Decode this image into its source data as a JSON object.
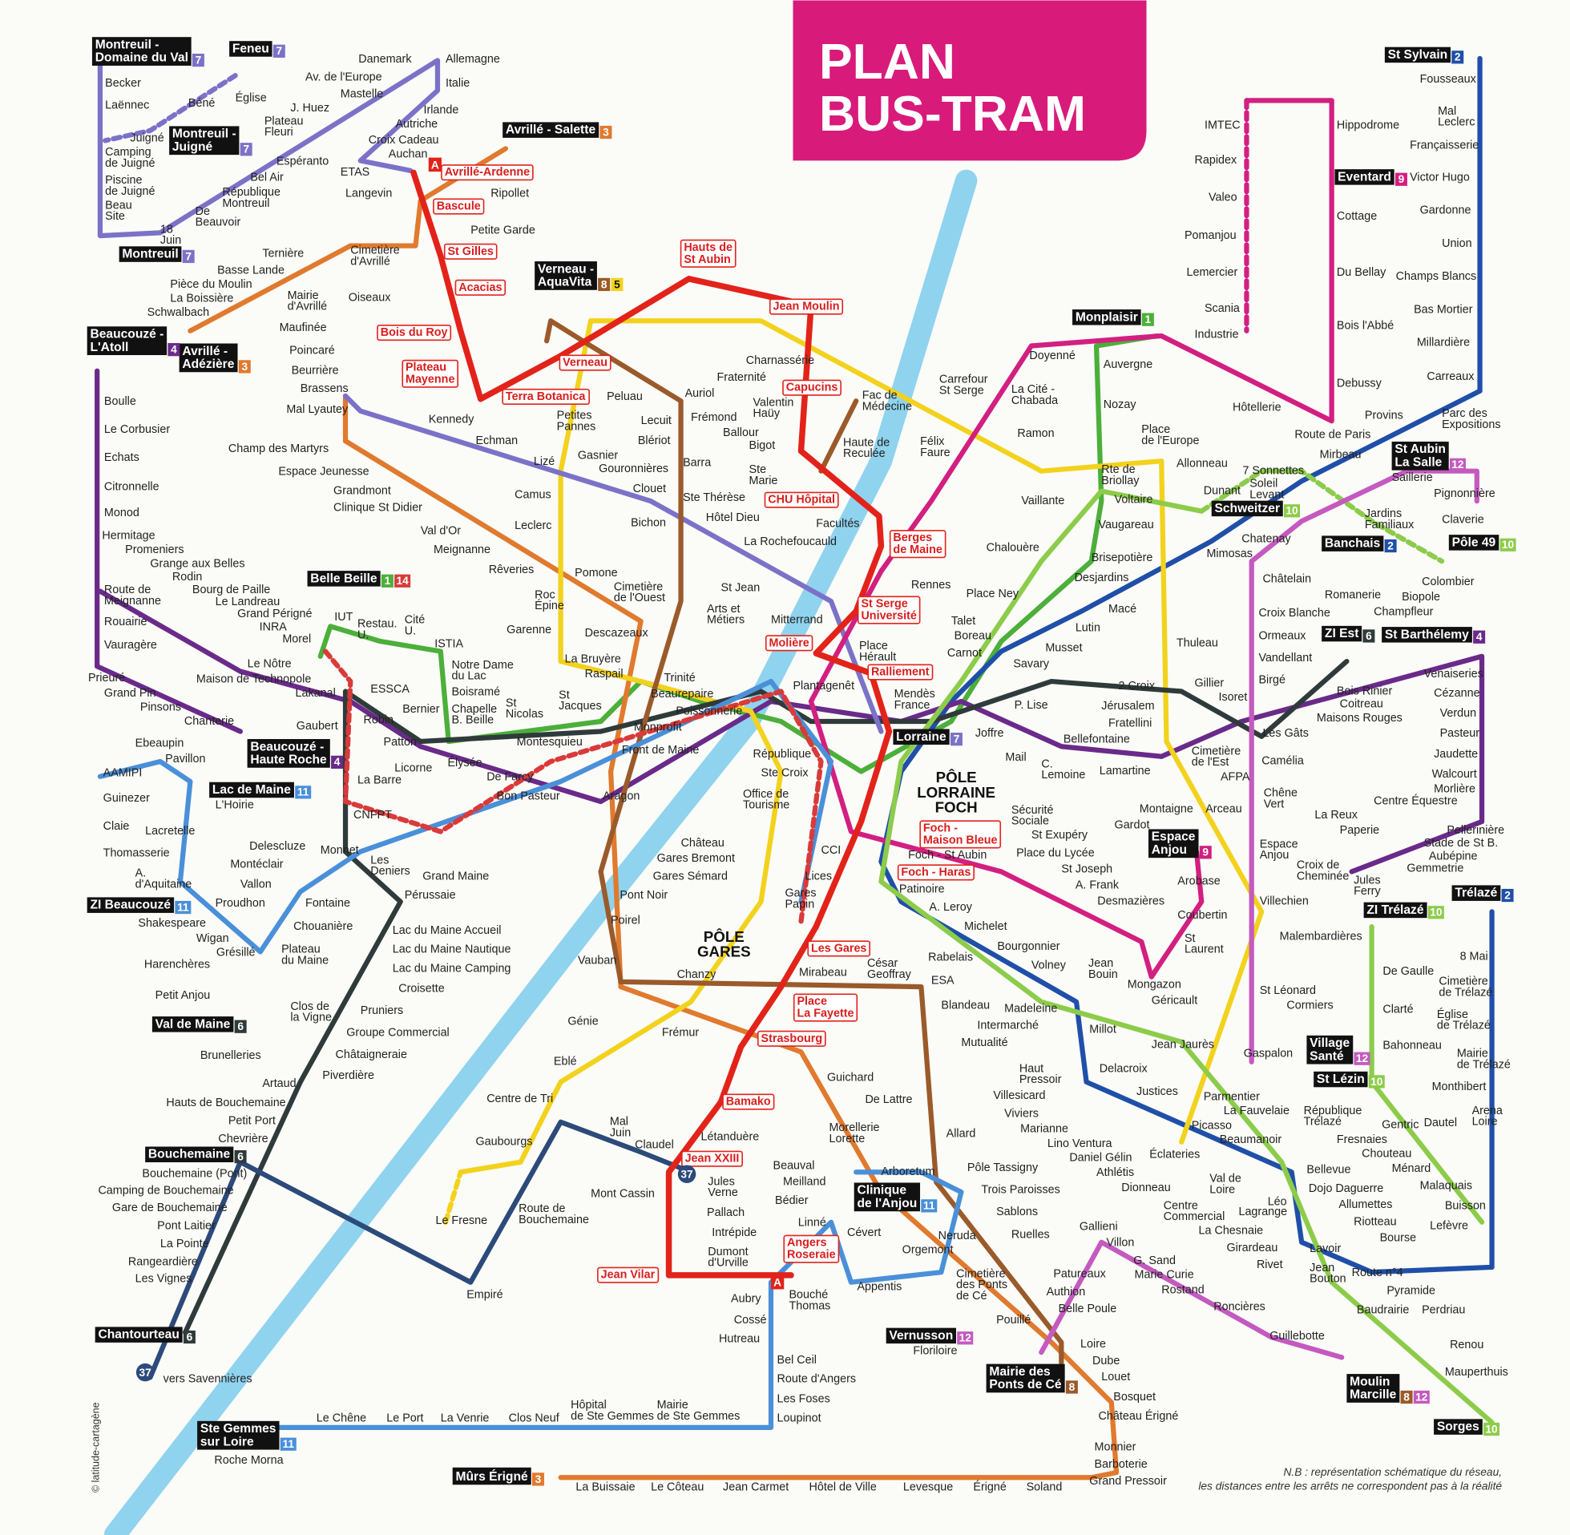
{
  "title": {
    "line1": "PLAN",
    "line2": "BUS-TRAM",
    "color": "#d81b7a"
  },
  "river_color": "#8fd3ee",
  "tram": {
    "id": "A",
    "color": "#e2231a"
  },
  "lines": [
    {
      "id": "1",
      "color": "#4caf3a"
    },
    {
      "id": "2",
      "color": "#1f4fa8"
    },
    {
      "id": "3",
      "color": "#e07a2e"
    },
    {
      "id": "4",
      "color": "#6a2a8a"
    },
    {
      "id": "5",
      "color": "#f2d21c"
    },
    {
      "id": "6",
      "color": "#2f3b3a"
    },
    {
      "id": "7",
      "color": "#7b72c8"
    },
    {
      "id": "8",
      "color": "#9a5a2a"
    },
    {
      "id": "9",
      "color": "#d21f80"
    },
    {
      "id": "10",
      "color": "#8ccc4a"
    },
    {
      "id": "11",
      "color": "#4a90d9"
    },
    {
      "id": "12",
      "color": "#c45ac0"
    },
    {
      "id": "14",
      "color": "#d93a3a"
    },
    {
      "id": "37",
      "color": "#2c4a7a"
    }
  ],
  "stations": [
    "Becker",
    "Laënnec",
    "Béné",
    "Église",
    "Juigné",
    "Camping\nde Juigné",
    "Piscine\nde Juigné",
    "Beau\nSite",
    "18\nJuin",
    "De\nBeauvoir",
    "Danemark",
    "Allemagne",
    "Av. de l'Europe",
    "Italie",
    "Mastelle",
    "J. Huez",
    "Irlande",
    "Plateau\nFleuri",
    "Autriche",
    "Croix Cadeau",
    "Auchan",
    "Espéranto",
    "ETAS",
    "Bel Air",
    "République\nMontreuil",
    "Langevin",
    "Ripollet",
    "Petite Garde",
    "Ternière",
    "Cimetière\nd'Avrillé",
    "Basse Lande",
    "Pièce du Moulin",
    "La Boissière",
    "Schwalbach",
    "Mairie\nd'Avrillé",
    "Oiseaux",
    "Maufinée",
    "Poincaré",
    "Beurrière",
    "Brassens",
    "Mal Lyautey",
    "Kennedy",
    "Echman",
    "Champ des Martyrs",
    "Espace Jeunesse",
    "Grandmont",
    "Clinique St Didier",
    "Val d'Or",
    "Meignanne",
    "Rêveries",
    "Boulle",
    "Le Corbusier",
    "Echats",
    "Citronnelle",
    "Monod",
    "Hermitage",
    "Promeniers",
    "Grange aux Belles",
    "Rodin",
    "Bourg de Paille",
    "Route de\nMeignanne",
    "Le Landreau",
    "Grand Périgné",
    "Rouairie",
    "INRA",
    "Vauragère",
    "Morel",
    "Prieuré",
    "Grand Pin",
    "Pinsons",
    "Chanterie",
    "Le Nôtre",
    "Maison de Technopole",
    "Lakanal",
    "Gaubert",
    "IUT",
    "Restau.\nU.",
    "Cité\nU.",
    "ISTIA",
    "ESSCA",
    "Notre Dame\ndu Lac",
    "Boisramé",
    "Chapelle\nB. Beille",
    "Bernier",
    "Robin",
    "Patton",
    "Licorne",
    "La Barre",
    "Élysée",
    "St\nNicolas",
    "St\nJacques",
    "Montesquieu",
    "De Farcy",
    "Bon Pasteur",
    "Aragon",
    "Ebeaupin",
    "Pavillon",
    "AAMIPI",
    "Guinezer",
    "Claie",
    "Lacretelle",
    "Thomasserie",
    "A.\nd'Aquitaine",
    "L'Hoirie",
    "Delescluze",
    "Montéclair",
    "Vallon",
    "Proudhon",
    "Fontaine",
    "Chouanière",
    "Shakespeare",
    "Wigan",
    "Grésillé",
    "Plateau\ndu Maine",
    "CNFPT",
    "Monnet",
    "Les\nDeniers",
    "Grand Maine",
    "Pérussaie",
    "Lac du Maine Accueil",
    "Lac du Maine Nautique",
    "Lac du Maine Camping",
    "Croisette",
    "Pruniers",
    "Groupe Commercial",
    "Châtaigneraie",
    "Piverdière",
    "Harenchères",
    "Petit Anjou",
    "Clos de\nla Vigne",
    "Brunelleries",
    "Artaud",
    "Hauts de Bouchemaine",
    "Petit Port",
    "Chevrière",
    "Bouchemaine (Pont)",
    "Camping de Bouchemaine",
    "Gare de Bouchemaine",
    "Pont Laitier",
    "La Pointe",
    "Rangeardière",
    "Les Vignes",
    "vers Savennières",
    "Roche Morna",
    "Le Chêne",
    "Le Port",
    "La Venrie",
    "Clos Neuf",
    "Hôpital\nde Ste Gemmes",
    "Mairie\nde Ste Gemmes",
    "Loupinot",
    "Les Foses",
    "Route d'Angers",
    "Bel Ceil",
    "Hutreau",
    "Cossé",
    "Aubry",
    "Empiré",
    "Le Fresne",
    "Route de\nBouchemaine",
    "Mont Cassin",
    "Gaubourgs",
    "Centre de Tri",
    "Eblé",
    "Génie",
    "Vauban",
    "Chanzy",
    "Frémur",
    "Poirel",
    "Pont Noir",
    "La Buissaie",
    "Le Côteau",
    "Jean Carmet",
    "Hôtel de Ville",
    "Levesque",
    "Érigné",
    "Soland",
    "Grand Pressoir",
    "Barboterie",
    "Monnier",
    "Château Érigné",
    "Bosquet",
    "Louet",
    "Dube",
    "Loire",
    "Belle Poule",
    "Authion",
    "Patureaux",
    "Pouillé",
    "Cimetière\ndes Ponts\nde Cé",
    "Floriloire",
    "Gallieni",
    "Villon",
    "G. Sand",
    "Marie Curie",
    "Rostand",
    "Roncières",
    "Rivet",
    "Girardeau",
    "La Chesnaie",
    "Guillebotte",
    "Renou",
    "Mauperthuis",
    "Perdriau",
    "Baudrairie",
    "Pyramide",
    "Route n°4",
    "Jean\nBouton",
    "Lavoir",
    "Mal\nJuin",
    "Claudel",
    "Jules\nVerne",
    "Pallach",
    "Intrépide",
    "Dumont\nd'Urville",
    "Bouché\nThomas",
    "Beauval",
    "Meilland",
    "Bédier",
    "Linné",
    "Cévert",
    "Appentis",
    "Orgemont",
    "Neruda",
    "Arboretum",
    "Pôle Tassigny",
    "Trois Paroisses",
    "Sablons",
    "Ruelles",
    "Allard",
    "Lino Ventura",
    "Daniel Gélin",
    "Athlétis",
    "Dionneau",
    "Centre\nCommercial",
    "Val de\nLoire",
    "Lagrange",
    "Léo",
    "Éclateries",
    "Marianne",
    "Viviers",
    "Villesicard",
    "Haut\nPressoir",
    "Mutualité",
    "Intermarché",
    "Madeleine",
    "Blandeau",
    "Millot",
    "Delacroix",
    "Justices",
    "Jean Jaurès",
    "Parmentier",
    "La Fauvelaie",
    "Picasso",
    "Beaumanoir",
    "Guichard",
    "De Lattre",
    "Morellerie\nLorette",
    "Létanduère",
    "Mirabeau",
    "César\nGeoffray",
    "Rabelais",
    "ESA",
    "Michelet",
    "A. Leroy",
    "Bourgonnier",
    "Volney",
    "Jean\nBouin",
    "Mongazon",
    "Géricault",
    "St\nLaurent",
    "Coubertin",
    "Arobase",
    "Desmazières",
    "A. Frank",
    "St Joseph",
    "Place du Lycée",
    "Foch - St Aubin",
    "Patinoire",
    "Sécurité\nSociale",
    "St Exupéry",
    "Montaigne",
    "Arceau",
    "Gardot",
    "Lamartine",
    "C.\nLemoine",
    "Mail",
    "Joffre",
    "Bellefontaine",
    "P. Lise",
    "Jérusalem",
    "Fratellini",
    "2 Croix",
    "Gillier",
    "Isoret",
    "Cimetière\nde l'Est",
    "AFPA",
    "Camélia",
    "Les Gâts",
    "Birgé",
    "Vandellant",
    "Ormeaux",
    "Croix Blanche",
    "Châtelain",
    "Romanerie",
    "Champfleur",
    "Biopole",
    "Colombier",
    "Jardins\nFamiliaux",
    "Claverie",
    "Pignonnière",
    "Saillerie",
    "Parc des\nExpositions",
    "Provins",
    "Mirbeau",
    "Route de Paris",
    "Hôtellerie",
    "Debussy",
    "Bois l'Abbé",
    "Du Bellay",
    "Cottage",
    "Hippodrome",
    "IMTEC",
    "Rapidex",
    "Valeo",
    "Pomanjou",
    "Lemercier",
    "Scania",
    "Industrie",
    "Fousseaux",
    "Mal\nLeclerc",
    "Françaisserie",
    "Victor Hugo",
    "Gardonne",
    "Union",
    "Champs Blancs",
    "Bas Mortier",
    "Millardière",
    "Carreaux",
    "7 Sonnettes",
    "Soleil\nLevant",
    "Dunant",
    "Chatenay",
    "Mimosas",
    "Allonneau",
    "Place\nde l'Europe",
    "Rte de\nBriollay",
    "Voltaire",
    "Vaugareau",
    "Brisepotière",
    "Desjardins",
    "Macé",
    "Lutin",
    "Musset",
    "Thuleau",
    "Savary",
    "Auvergne",
    "Nozay",
    "Doyenné",
    "La Cité -\nChabada",
    "Ramon",
    "Carrefour\nSt Serge",
    "Félix\nFaure",
    "Vaillante",
    "Chalouère",
    "Place Ney",
    "Talet",
    "Boreau",
    "Carnot",
    "Rennes",
    "Place\nHérault",
    "Mendès\nFrance",
    "Facultés",
    "Mitterrand",
    "Plantagenêt",
    "République",
    "Ste Croix",
    "Office de\nTourisme",
    "Château",
    "Gares Bremont",
    "Gares Sémard",
    "Gares\nPapin",
    "CCI",
    "Lices",
    "Trinité",
    "Beaurepaire",
    "Poissonnerie",
    "Monprofit",
    "Front de Maine",
    "Descazeaux",
    "La Bruyère",
    "Raspail",
    "Pomone",
    "Cimetière\nde l'Ouest",
    "Roc\nÉpine",
    "Garenne",
    "Leclerc",
    "Camus",
    "Lizé",
    "Gasnier",
    "Gouronnières",
    "Clouet",
    "Bichon",
    "Petites\nPannes",
    "Lecuit",
    "Blériot",
    "Peluau",
    "Auriol",
    "Fraternité",
    "Charnassérie",
    "Frémond",
    "Ballour",
    "Barra",
    "Ste Thérèse",
    "Hôtel Dieu",
    "La Rochefoucauld",
    "St Jean",
    "Arts et\nMétiers",
    "Valentin\nHaüy",
    "Bigot",
    "Ste\nMarie",
    "Fac de\nMédecine",
    "Haute de\nReculée",
    "Venaiseries",
    "Cézanne",
    "Verdun",
    "Pasteur",
    "Jaudette",
    "Walcourt",
    "Morlière",
    "Centre Équestre",
    "Pellerinière",
    "Stade de St B.",
    "Aubépine",
    "Gemmetrie",
    "Jules\nFerry",
    "Bois Rinier",
    "Coitreau",
    "Maisons Rouges",
    "La Reux",
    "Paperie",
    "Chêne\nVert",
    "Espace\nAnjou",
    "Croix de\nCheminée",
    "Villechien",
    "Malembardières",
    "St Léonard",
    "Cormiers",
    "Gaspalon",
    "République\nTrélazé",
    "Fresnaies",
    "Chouteau",
    "Ménard",
    "Bellevue",
    "Dojo Daguerre",
    "Allumettes",
    "Riotteau",
    "Bourse",
    "Malaquais",
    "Buisson",
    "Lefèvre",
    "Gentric",
    "Dautel",
    "Arena\nLoire",
    "Monthibert",
    "Mairie\nde Trélazé",
    "Bahonneau",
    "Église\nde Trélazé",
    "Clarté",
    "Cimetière\nde Trélazé",
    "De Gaulle",
    "8 Mai"
  ],
  "tram_stops": [
    "Avrillé-Ardenne",
    "Bascule",
    "St Gilles",
    "Acacias",
    "Bois du Roy",
    "Plateau\nMayenne",
    "Terra Botanica",
    "Verneau",
    "Hauts de\nSt Aubin",
    "Jean Moulin",
    "Capucins",
    "CHU Hôpital",
    "Berges\nde Maine",
    "St Serge\nUniversité",
    "Molière",
    "Ralliement",
    "Foch -\nMaison Bleue",
    "Foch - Haras",
    "Les Gares",
    "Place\nLa Fayette",
    "Strasbourg",
    "Bamako",
    "Jean XXIII",
    "Jean Vilar",
    "Angers\nRoseraie"
  ],
  "termini": [
    {
      "name": "Montreuil -\nDomaine du Val",
      "lines": [
        "7"
      ]
    },
    {
      "name": "Feneu",
      "lines": [
        "7"
      ]
    },
    {
      "name": "Montreuil -\nJuigné",
      "lines": [
        "7"
      ]
    },
    {
      "name": "Montreuil",
      "lines": [
        "7"
      ]
    },
    {
      "name": "Avrillé - Salette",
      "lines": [
        "3"
      ]
    },
    {
      "name": "Verneau -\nAquaVita",
      "lines": [
        "8",
        "5"
      ]
    },
    {
      "name": "Avrillé -\nAdézière",
      "lines": [
        "3"
      ]
    },
    {
      "name": "Beaucouzé -\nL'Atoll",
      "lines": [
        "4"
      ]
    },
    {
      "name": "Belle Beille",
      "lines": [
        "1",
        "14"
      ]
    },
    {
      "name": "Beaucouzé -\nHaute Roche",
      "lines": [
        "4"
      ]
    },
    {
      "name": "Lac de Maine",
      "lines": [
        "11"
      ]
    },
    {
      "name": "ZI Beaucouzé",
      "lines": [
        "11"
      ]
    },
    {
      "name": "Val de Maine",
      "lines": [
        "6"
      ]
    },
    {
      "name": "Bouchemaine",
      "lines": [
        "6"
      ]
    },
    {
      "name": "Chantourteau",
      "lines": [
        "6"
      ]
    },
    {
      "name": "Ste Gemmes\nsur Loire",
      "lines": [
        "11"
      ]
    },
    {
      "name": "Mûrs Érigné",
      "lines": [
        "3"
      ]
    },
    {
      "name": "Mairie des\nPonts de Cé",
      "lines": [
        "8"
      ]
    },
    {
      "name": "Vernusson",
      "lines": [
        "12"
      ]
    },
    {
      "name": "Clinique\nde l'Anjou",
      "lines": [
        "11"
      ]
    },
    {
      "name": "Moulin\nMarcille",
      "lines": [
        "8",
        "12"
      ]
    },
    {
      "name": "Sorges",
      "lines": [
        "10"
      ]
    },
    {
      "name": "Village\nSanté",
      "lines": [
        "12"
      ]
    },
    {
      "name": "St Lézin",
      "lines": [
        "10"
      ]
    },
    {
      "name": "ZI Trélazé",
      "lines": [
        "10"
      ]
    },
    {
      "name": "Trélazé",
      "lines": [
        "2"
      ]
    },
    {
      "name": "St Barthélemy",
      "lines": [
        "4"
      ]
    },
    {
      "name": "ZI Est",
      "lines": [
        "6"
      ]
    },
    {
      "name": "Pôle 49",
      "lines": [
        "10"
      ]
    },
    {
      "name": "Banchais",
      "lines": [
        "2"
      ]
    },
    {
      "name": "St Aubin\nLa Salle",
      "lines": [
        "12"
      ]
    },
    {
      "name": "Schweitzer",
      "lines": [
        "10"
      ]
    },
    {
      "name": "Monplaisir",
      "lines": [
        "1"
      ]
    },
    {
      "name": "Eventard",
      "lines": [
        "9"
      ]
    },
    {
      "name": "St Sylvain",
      "lines": [
        "2"
      ]
    },
    {
      "name": "Espace\nAnjou",
      "lines": [
        "9"
      ]
    },
    {
      "name": "Lorraine",
      "lines": [
        "7"
      ]
    }
  ],
  "hubs": [
    "PÔLE\nGARES",
    "PÔLE\nLORRAINE\nFOCH"
  ],
  "route_37_badges": [
    "37",
    "37"
  ],
  "tram_badges": [
    "A",
    "A"
  ],
  "note": [
    "N.B : représentation schématique du réseau,",
    "les distances entre les arrêts ne correspondent pas à la réalité"
  ],
  "credit": "© latitude-cartagène"
}
